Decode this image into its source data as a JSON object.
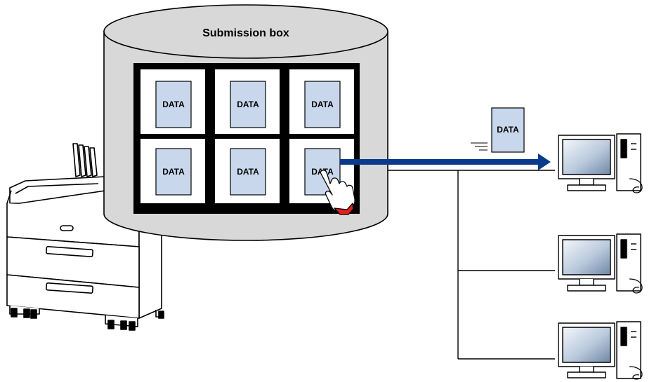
{
  "box": {
    "title": "Submission box",
    "slots": [
      {
        "label": "DATA"
      },
      {
        "label": "DATA"
      },
      {
        "label": "DATA"
      },
      {
        "label": "DATA"
      },
      {
        "label": "DATA"
      },
      {
        "label": "DATA"
      }
    ]
  },
  "transfer": {
    "document_label": "DATA",
    "arrow_color": "#0a3a8c"
  },
  "colors": {
    "cylinder_fill": "#d8d8d8",
    "document_fill": "#c9d7ec",
    "panel_frame": "#000000",
    "hand_cuff": "#e02020"
  },
  "network": {
    "computers": [
      {
        "icon": "desktop-computer-icon"
      },
      {
        "icon": "desktop-computer-icon"
      },
      {
        "icon": "desktop-computer-icon"
      }
    ]
  },
  "device": {
    "icon": "large-format-printer-icon"
  }
}
